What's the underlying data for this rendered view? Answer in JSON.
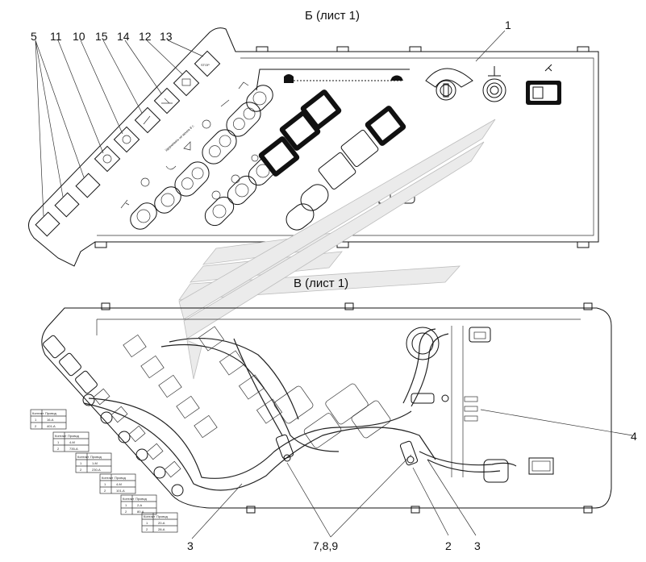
{
  "views": {
    "view_b_title": "Б (лист 1)",
    "view_v_title": "В (лист 1)"
  },
  "callouts_top": [
    "5",
    "11",
    "10",
    "15",
    "14",
    "12",
    "13"
  ],
  "callout_1": "1",
  "callout_4": "4",
  "callouts_bottom": {
    "left_3": "3",
    "group_789": "7,8,9",
    "num_2": "2",
    "right_3": "3"
  },
  "panel_labels": {
    "stop": "STOP",
    "warning": "Удерживать не менее 8 с"
  },
  "connector_tables": [
    {
      "h1": "Контакт",
      "h2": "Провод",
      "rows": [
        [
          "1",
          "16-А"
        ],
        [
          "2",
          "401-А"
        ]
      ]
    },
    {
      "h1": "Контакт",
      "h2": "Провод",
      "rows": [
        [
          "1",
          "4-М"
        ],
        [
          "2",
          "735-А"
        ]
      ]
    },
    {
      "h1": "Контакт",
      "h2": "Провод",
      "rows": [
        [
          "1",
          "1-М"
        ],
        [
          "2",
          "230-А"
        ]
      ]
    },
    {
      "h1": "Контакт",
      "h2": "Провод",
      "rows": [
        [
          "1",
          "4-М"
        ],
        [
          "2",
          "101-А"
        ]
      ]
    },
    {
      "h1": "Контакт",
      "h2": "Провод",
      "rows": [
        [
          "1",
          "2-А"
        ],
        [
          "2",
          "80-А"
        ]
      ]
    },
    {
      "h1": "Контакт",
      "h2": "Провод",
      "rows": [
        [
          "1",
          "20-А"
        ],
        [
          "2",
          "28-А"
        ]
      ]
    }
  ],
  "colors": {
    "line": "#111111",
    "background": "#ffffff",
    "ghost": "#ebebeb"
  }
}
